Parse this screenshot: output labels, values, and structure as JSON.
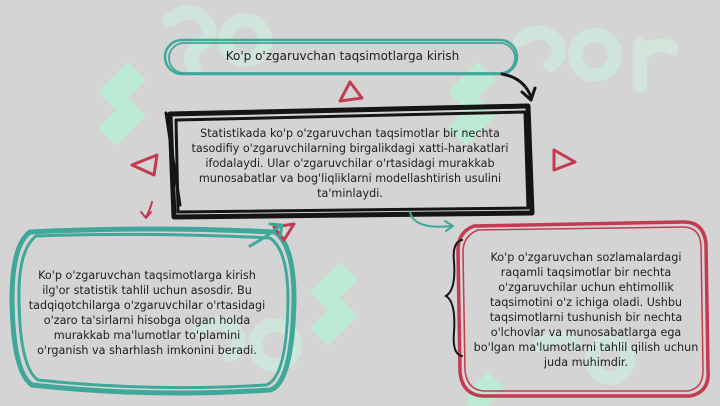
{
  "colors": {
    "background": "#d4d4d4",
    "teal": "#3fa89a",
    "black": "#151515",
    "crimson": "#c43a50",
    "watermark": "#b8ecd4"
  },
  "diagram": {
    "title_box": {
      "text": "Ko'p o'zgaruvchan taqsimotlarga kirish"
    },
    "center_box": {
      "text": "Statistikada ko'p o'zgaruvchan taqsimotlar bir nechta tasodifiy o'zgaruvchilarning birgalikdagi xatti-harakatlari ifodalaydi. Ular o'zgaruvchilar o'rtasidagi murakkab munosabatlar va bog'liqliklarni modellashtirish usulini ta'minlaydi."
    },
    "left_box": {
      "text": "Ko'p o'zgaruvchan taqsimotlarga kirish\nilg'or statistik tahlil uchun asosdir. Bu\ntadqiqotchilarga o'zgaruvchilar o'rtasidagi\no'zaro ta'sirlarni hisobga olgan holda\nmurakkab ma'lumotlar to'plamini\no'rganish va sharhlash imkonini beradi."
    },
    "right_box": {
      "text": "Ko'p o'zgaruvchan sozlamalardagi\nraqamli taqsimotlar bir nechta\no'zgaruvchilar uchun ehtimollik\ntaqsimotini o'z ichiga oladi. Ushbu\ntaqsimotlarni tushunish bir nechta\no'lchovlar va munosabatlarga ega\nbo'lgan ma'lumotlarni tahlil qilish uchun\njuda muhimdir."
    }
  },
  "icons": [
    "watermark-logo-icon",
    "triangle-icon",
    "curved-arrow-icon",
    "curly-brace-icon"
  ]
}
